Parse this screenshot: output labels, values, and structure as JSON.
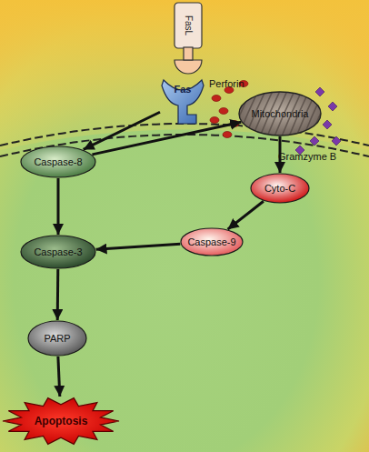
{
  "diagram": {
    "nodes": [
      {
        "text": [
          "FasL"
        ]
      },
      {
        "text": [
          "Fas"
        ]
      },
      {
        "text": [
          "Caspase-8"
        ]
      },
      {
        "text": [
          "Mitochondria"
        ]
      },
      {
        "text": [
          "Cyto-C"
        ]
      },
      {
        "text": [
          "Caspase-9"
        ]
      },
      {
        "text": [
          "Caspase-3"
        ]
      },
      {
        "text": [
          "PARP"
        ]
      },
      {
        "text": [
          "Apoptosis"
        ]
      }
    ],
    "edges": [
      {
        "from": 1,
        "to": 2,
        "arrow": "to"
      },
      {
        "from": 2,
        "to": 3,
        "arrow": "to"
      },
      {
        "from": 3,
        "to": 4,
        "arrow": "to"
      },
      {
        "from": 4,
        "to": 5,
        "arrow": "to"
      },
      {
        "from": 5,
        "to": 6,
        "arrow": "to"
      },
      {
        "from": 2,
        "to": 6,
        "arrow": "to"
      },
      {
        "from": 6,
        "to": 7,
        "arrow": "to"
      },
      {
        "from": 7,
        "to": 8,
        "arrow": "to"
      }
    ],
    "labels": [
      "Perforin",
      "Gramzyme B"
    ]
  }
}
